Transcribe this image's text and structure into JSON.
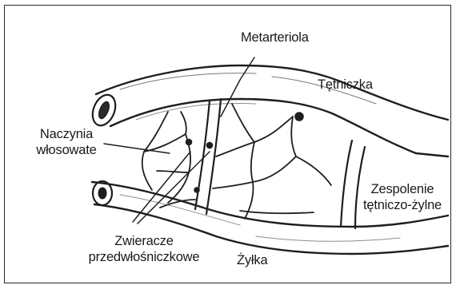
{
  "labels": {
    "metarteriola": "Metarteriola",
    "tetniczka": "Tętniczka",
    "naczynia_line1": "Naczynia",
    "naczynia_line2": "włosowate",
    "zespolenie_line1": "Zespolenie",
    "zespolenie_line2": "tętniczo-żylne",
    "zwieracze_line1": "Zwieracze",
    "zwieracze_line2": "przedwłośniczkowe",
    "zylka": "Żyłka"
  }
}
